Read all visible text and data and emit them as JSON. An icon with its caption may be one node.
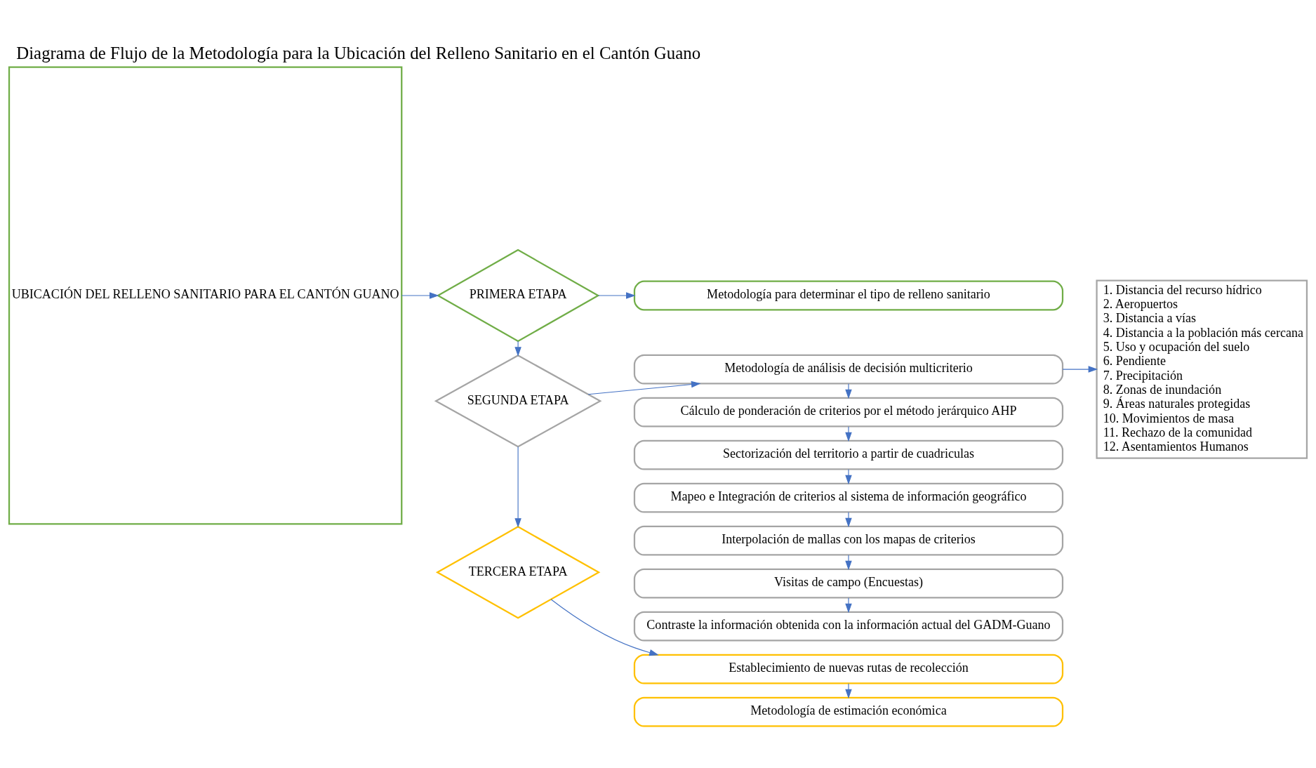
{
  "diagram": {
    "title": "Diagrama de Flujo de la Metodología para la Ubicación del Relleno Sanitario en el Cantón Guano",
    "nodes": [
      {
        "text": [
          "UBICACIÓN DEL RELLENO SANITARIO PARA EL CANTÓN GUANO"
        ]
      },
      {
        "text": [
          "PRIMERA ETAPA"
        ]
      },
      {
        "text": [
          "Metodología para determinar el tipo de relleno sanitario"
        ]
      },
      {
        "text": [
          "Metodología de análisis de decisión multicriterio"
        ]
      },
      {
        "text": [
          "Cálculo de ponderación de criterios por el método jerárquico AHP"
        ]
      },
      {
        "text": [
          "Sectorización del territorio a partir de cuadriculas"
        ]
      },
      {
        "text": [
          "Mapeo e Integración de criterios al sistema de información geográfico"
        ]
      },
      {
        "text": [
          "Interpolación de mallas con los mapas de criterios"
        ]
      },
      {
        "text": [
          "Visitas de campo (Encuestas)"
        ]
      },
      {
        "text": [
          "Contraste la información obtenida con la información actual del GADM-Guano"
        ]
      },
      {
        "text": [
          "SEGUNDA ETAPA"
        ]
      },
      {
        "text": [
          "TERCERA ETAPA"
        ]
      },
      {
        "text": [
          "Establecimiento de nuevas rutas de recolección"
        ]
      },
      {
        "text": [
          "Metodología de estimación económica"
        ]
      },
      {
        "text": [
          "1. Distancia del recurso hídrico",
          "2. Aeropuertos",
          "3. Distancia a vías",
          "4. Distancia a la población más cercana",
          "5. Uso y ocupación del suelo",
          "6. Pendiente",
          "7. Precipitación",
          "8. Zonas de inundación",
          "9. Áreas naturales protegidas",
          "10. Movimientos de masa",
          "11. Rechazo de la comunidad",
          "12. Asentamientos Humanos"
        ]
      }
    ],
    "edges": [
      {
        "from": 0,
        "to": 1,
        "arrow": "to"
      },
      {
        "from": 1,
        "to": 2,
        "arrow": "to"
      },
      {
        "from": 1,
        "to": 10,
        "arrow": "to"
      },
      {
        "from": 10,
        "to": 3,
        "arrow": "to"
      },
      {
        "from": 3,
        "to": 14,
        "arrow": "to"
      },
      {
        "from": 3,
        "to": 4,
        "arrow": "to"
      },
      {
        "from": 4,
        "to": 5,
        "arrow": "to"
      },
      {
        "from": 5,
        "to": 6,
        "arrow": "to"
      },
      {
        "from": 6,
        "to": 7,
        "arrow": "to"
      },
      {
        "from": 7,
        "to": 8,
        "arrow": "to"
      },
      {
        "from": 8,
        "to": 9,
        "arrow": "to"
      },
      {
        "from": 10,
        "to": 11,
        "arrow": "to"
      },
      {
        "from": 11,
        "to": 12,
        "arrow": "to"
      },
      {
        "from": 12,
        "to": 13,
        "arrow": "to"
      }
    ]
  }
}
